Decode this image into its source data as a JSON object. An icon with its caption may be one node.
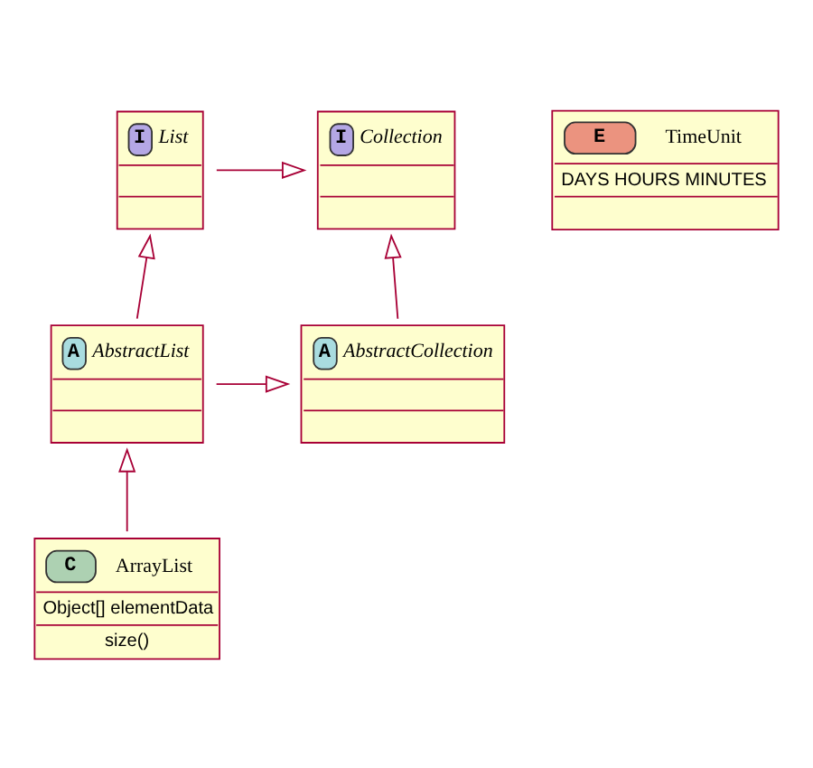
{
  "diagram": {
    "nodes": [
      {
        "text": [
          "I",
          "Collection"
        ]
      },
      {
        "text": [
          "I",
          "List"
        ]
      },
      {
        "text": [
          "E",
          "TimeUnit",
          "DAYS HOURS MINUTES"
        ]
      },
      {
        "text": [
          "A",
          "AbstractCollection"
        ]
      },
      {
        "text": [
          "A",
          "AbstractList"
        ]
      },
      {
        "text": [
          "C",
          "ArrayList",
          "Object[] elementData",
          "size()"
        ]
      }
    ],
    "edges": [
      {
        "from": 1,
        "to": 0,
        "arrow": "to"
      },
      {
        "from": 3,
        "to": 0,
        "arrow": "to"
      },
      {
        "from": 4,
        "to": 1,
        "arrow": "to"
      },
      {
        "from": 4,
        "to": 3,
        "arrow": "to"
      },
      {
        "from": 5,
        "to": 4,
        "arrow": "to"
      }
    ]
  }
}
